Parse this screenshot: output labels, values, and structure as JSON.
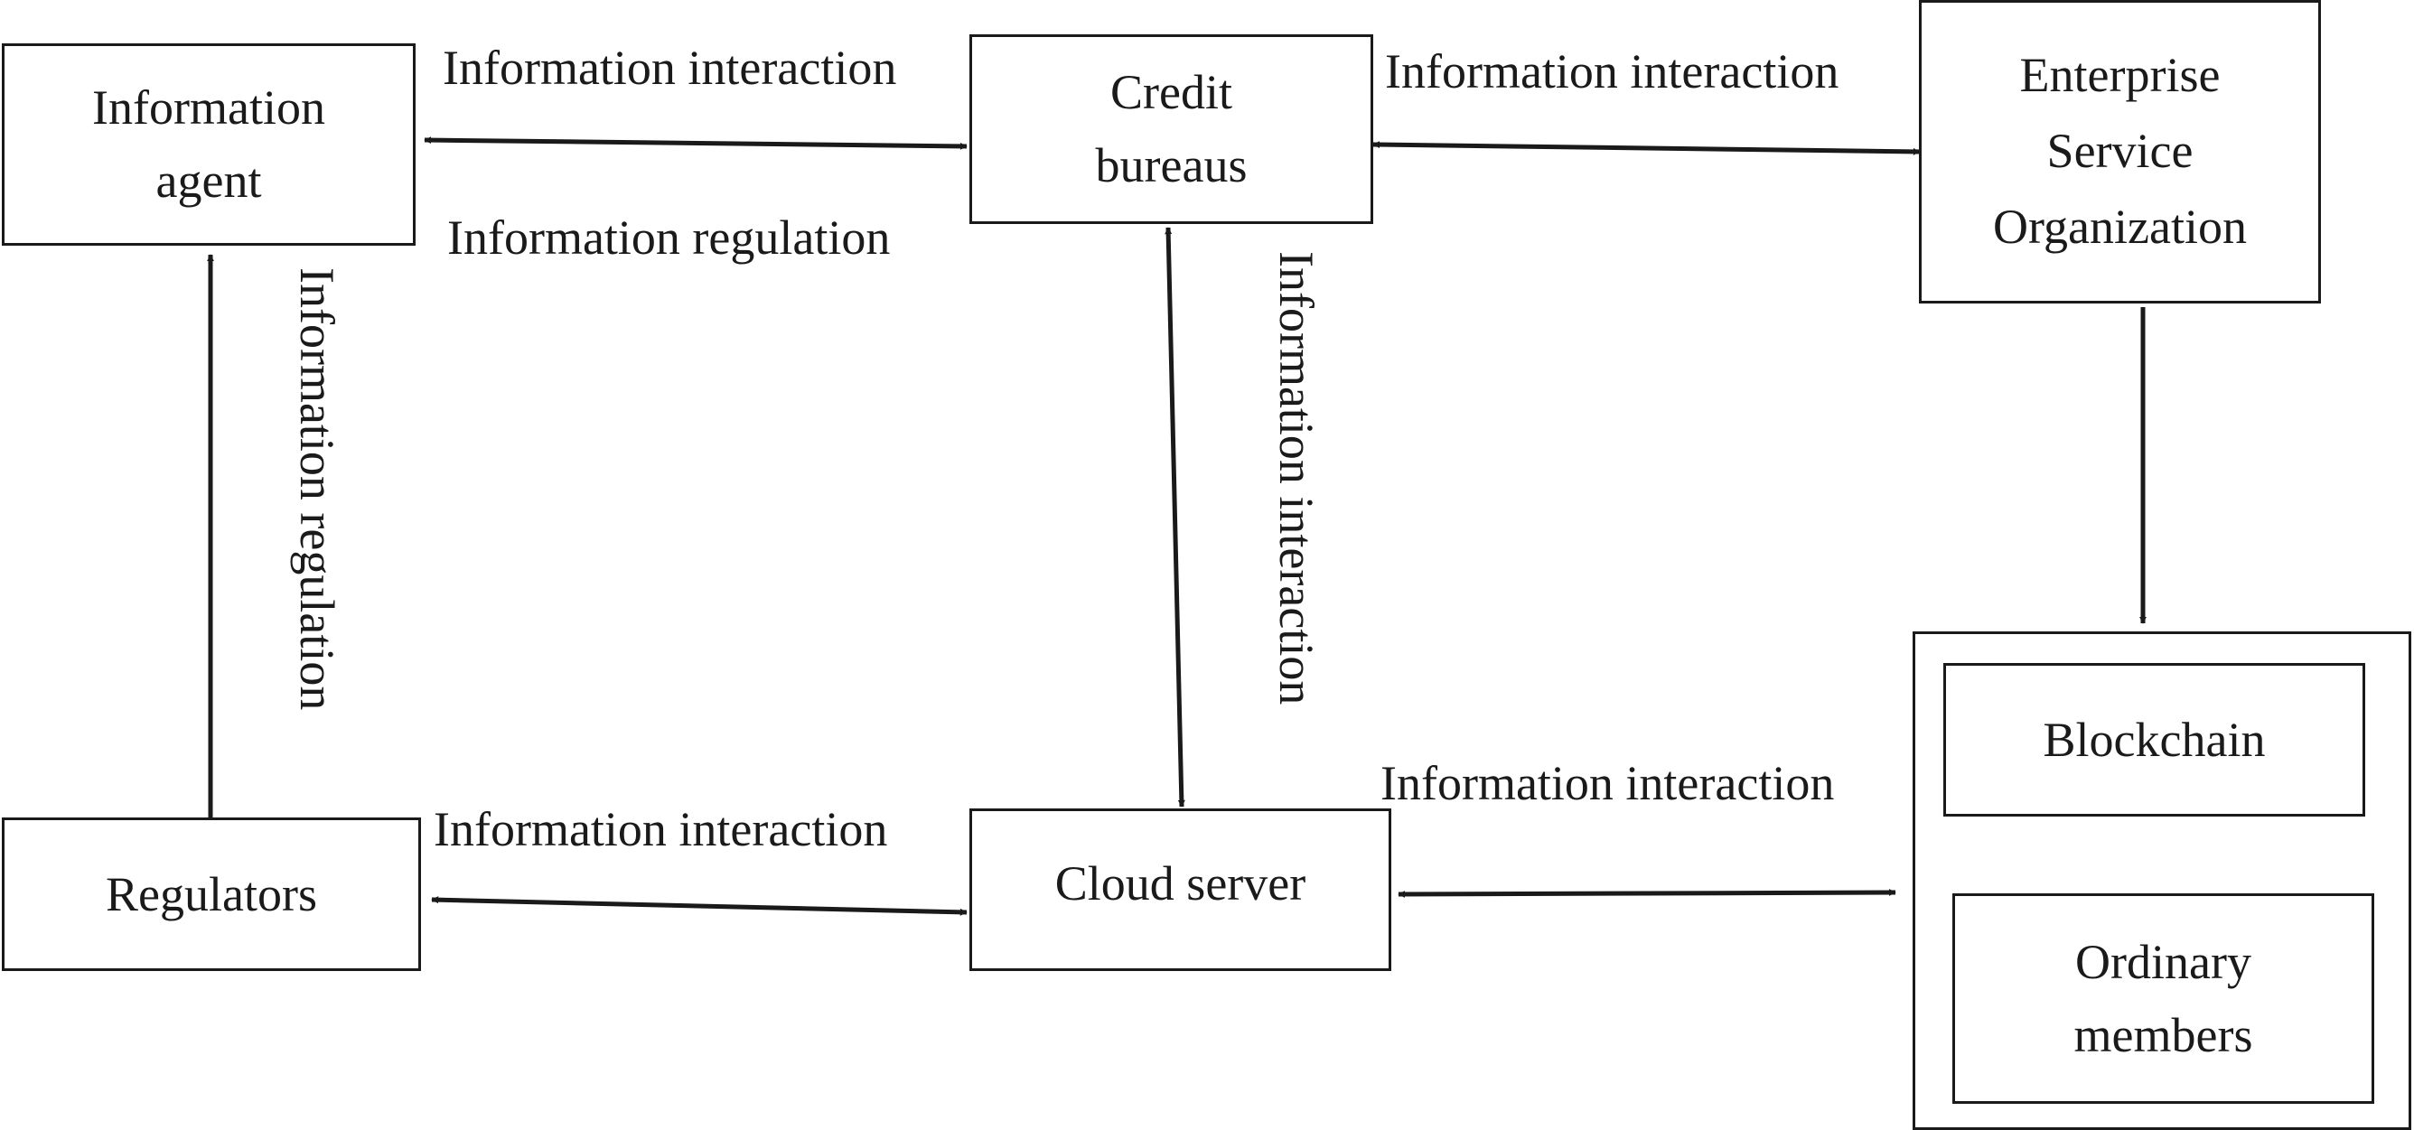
{
  "nodes": {
    "information_agent": [
      "Information",
      "agent"
    ],
    "credit_bureaus": [
      "Credit",
      "bureaus"
    ],
    "enterprise_service_org": [
      "Enterprise",
      "Service",
      "Organization"
    ],
    "regulators": [
      "Regulators"
    ],
    "cloud_server": [
      "Cloud server"
    ],
    "blockchain": [
      "Blockchain"
    ],
    "ordinary_members": [
      "Ordinary",
      "members"
    ]
  },
  "edge_labels": {
    "agent_bureau_top": "Information interaction",
    "agent_bureau_bottom": "Information regulation",
    "bureau_enterprise": "Information interaction",
    "regulators_agent": "Information regulation",
    "bureau_cloud": "Information interaction",
    "regulators_cloud": "Information interaction",
    "cloud_blockchain_group": "Information interaction"
  },
  "colors": {
    "stroke": "#1a1a1a",
    "background": "#ffffff"
  }
}
